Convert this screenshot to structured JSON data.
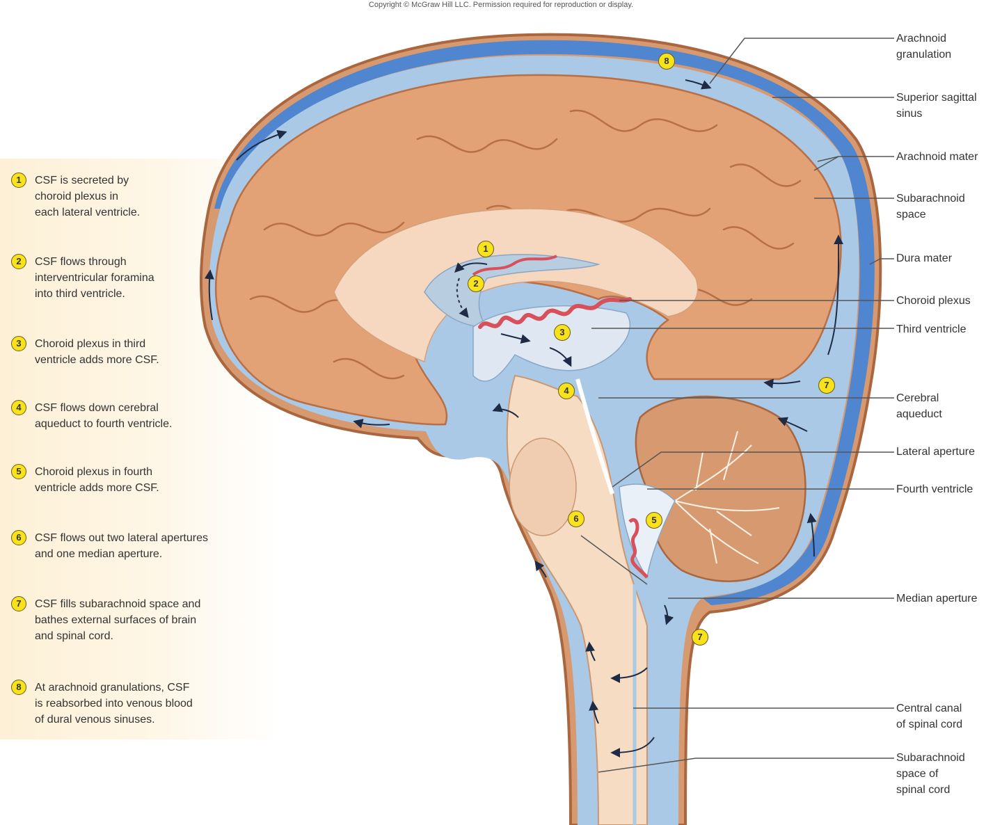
{
  "copyright": "Copyright © McGraw Hill LLC. Permission required for reproduction or display.",
  "steps": [
    {
      "num": "1",
      "text": "CSF is secreted by\nchoroid plexus in\neach lateral ventricle."
    },
    {
      "num": "2",
      "text": "CSF flows through\ninterventricular foramina\ninto third ventricle."
    },
    {
      "num": "3",
      "text": "Choroid plexus in third\nventricle adds more CSF."
    },
    {
      "num": "4",
      "text": "CSF flows down cerebral\naqueduct to fourth ventricle."
    },
    {
      "num": "5",
      "text": "Choroid plexus in fourth\nventricle adds more CSF."
    },
    {
      "num": "6",
      "text": "CSF flows out two lateral apertures\nand one median aperture."
    },
    {
      "num": "7",
      "text": "CSF fills subarachnoid space and\nbathes external surfaces of brain\nand spinal cord."
    },
    {
      "num": "8",
      "text": "At arachnoid granulations, CSF\nis reabsorbed into venous blood\nof dural venous sinuses."
    }
  ],
  "labels": {
    "arachnoid_granulation": "Arachnoid\ngranulation",
    "superior_sagittal_sinus": "Superior sagittal\nsinus",
    "arachnoid_mater": "Arachnoid mater",
    "subarachnoid_space": "Subarachnoid\nspace",
    "dura_mater": "Dura mater",
    "choroid_plexus": "Choroid plexus",
    "third_ventricle": "Third ventricle",
    "cerebral_aqueduct": "Cerebral\naqueduct",
    "lateral_aperture": "Lateral aperture",
    "fourth_ventricle": "Fourth ventricle",
    "median_aperture": "Median aperture",
    "central_canal": "Central canal\nof spinal cord",
    "subarachnoid_space_spinal": "Subarachnoid\nspace of\nspinal cord"
  },
  "callouts": [
    "1",
    "2",
    "3",
    "4",
    "5",
    "6",
    "7",
    "7",
    "8"
  ],
  "colors": {
    "brain": "#e2a276",
    "brain_dark": "#b86f45",
    "csf_blue": "#a9c9e6",
    "dura_blue": "#4f86cf",
    "choroid_red": "#d8505a",
    "step_bubble": "#f7e21b",
    "panel_bg": "#fdf0d6"
  }
}
